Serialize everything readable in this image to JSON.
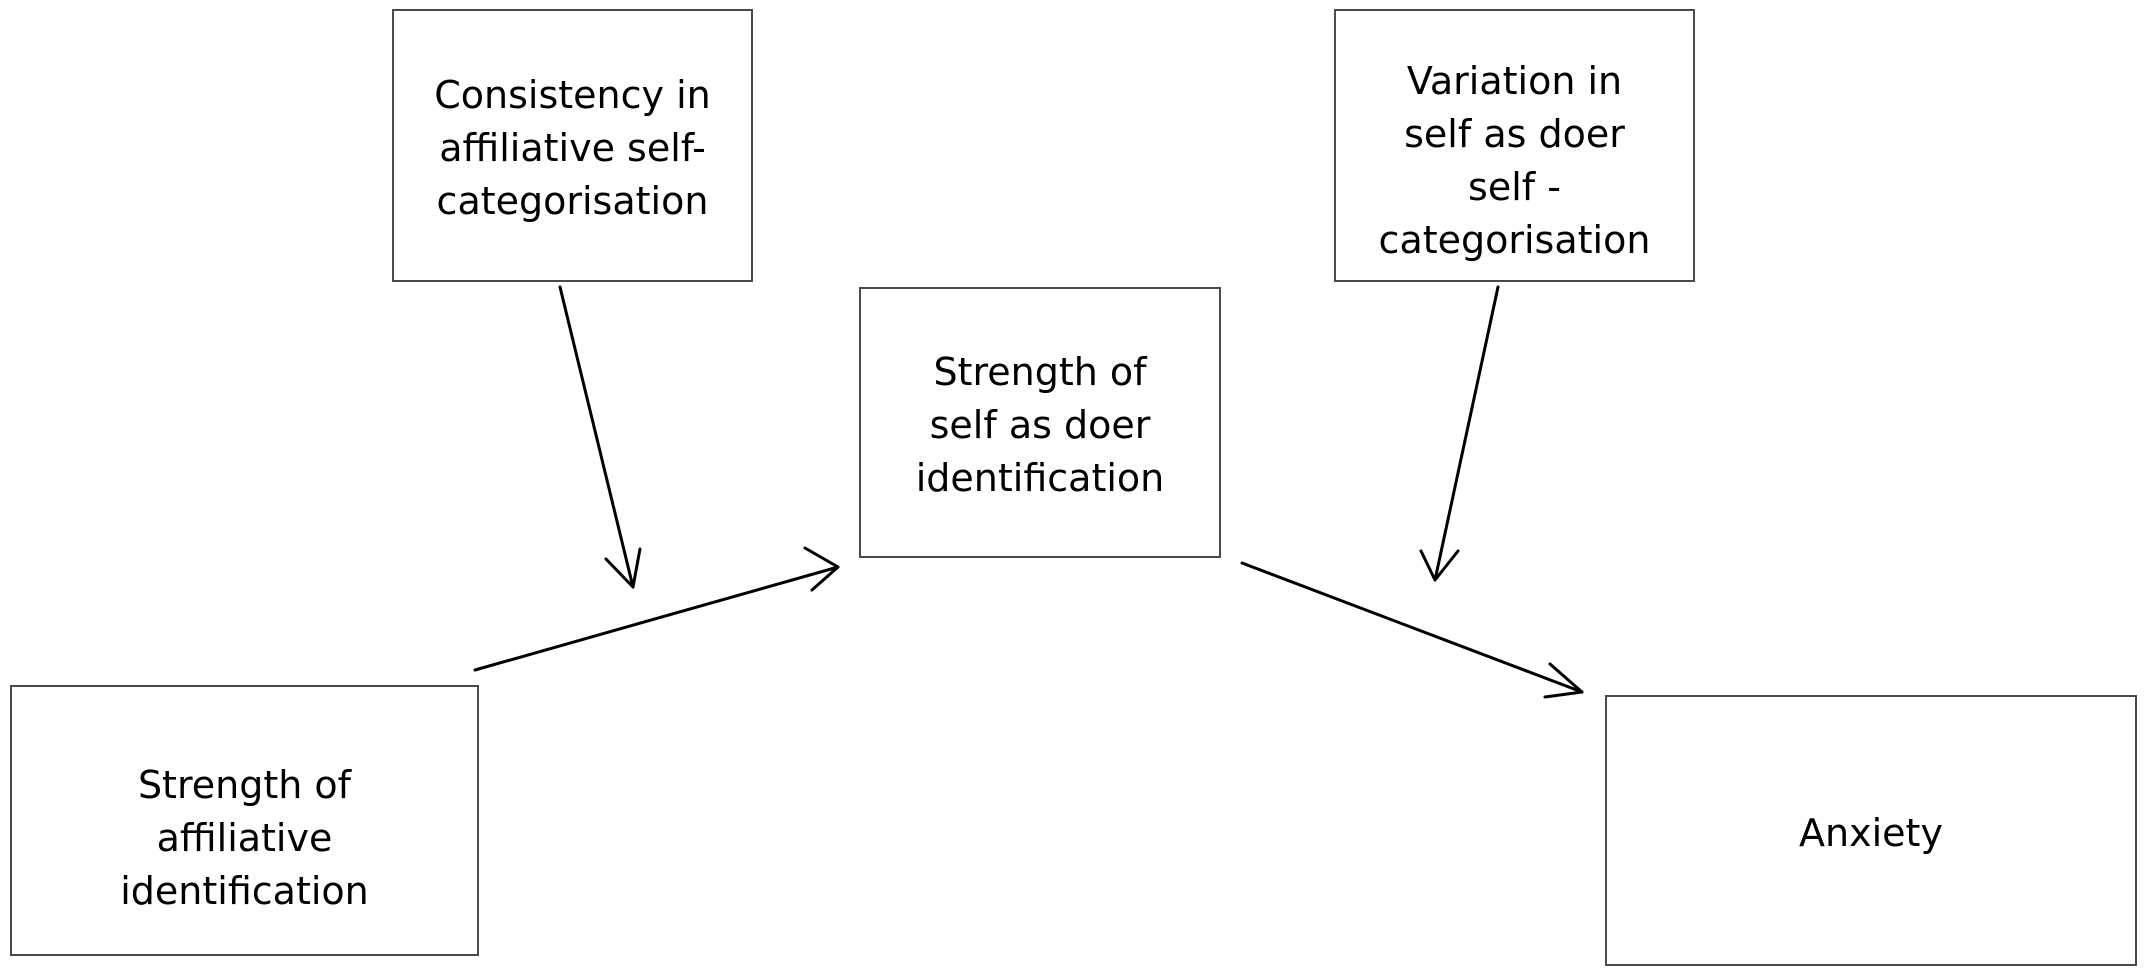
{
  "diagram": {
    "nodes": {
      "consistency": {
        "lines": [
          "Consistency in",
          "affiliative self-",
          "categorisation"
        ]
      },
      "variation": {
        "lines": [
          "Variation in",
          "self as doer",
          "self -",
          "categorisation"
        ]
      },
      "doer_identification": {
        "lines": [
          "Strength of",
          "self as doer",
          "identification"
        ]
      },
      "affiliative_identification": {
        "lines": [
          "Strength of",
          "affiliative",
          "identification"
        ]
      },
      "anxiety": {
        "lines": [
          "Anxiety"
        ]
      }
    },
    "edges": [
      {
        "from": "affiliative_identification",
        "to": "doer_identification"
      },
      {
        "from": "doer_identification",
        "to": "anxiety"
      },
      {
        "from": "consistency",
        "to": "affiliative_identification->doer_identification"
      },
      {
        "from": "variation",
        "to": "doer_identification->anxiety"
      }
    ]
  }
}
